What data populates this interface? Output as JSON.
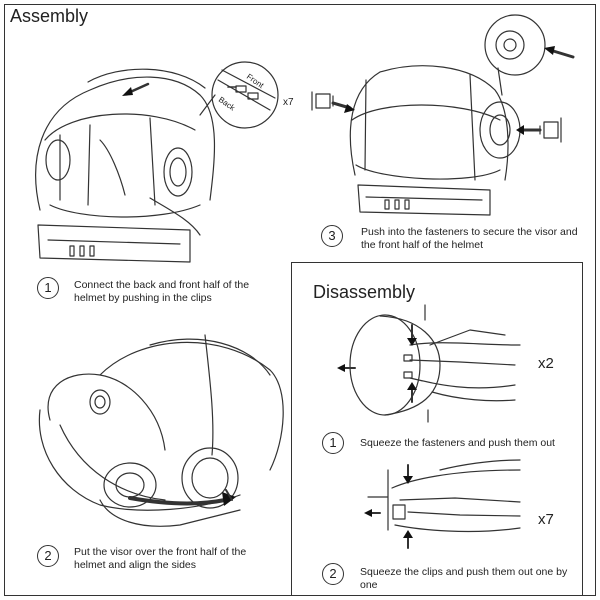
{
  "assembly": {
    "title": "Assembly",
    "clip_label_front": "Front",
    "clip_label_back": "Back",
    "clip_multiplier": "x7",
    "steps": [
      {
        "number": "1",
        "text": "Connect the back and front half of the helmet by pushing in the clips"
      },
      {
        "number": "2",
        "text": "Put the visor over the front half of the helmet and align the sides"
      },
      {
        "number": "3",
        "text": "Push into the fasteners to secure the visor and the front half of the helmet"
      }
    ]
  },
  "disassembly": {
    "title": "Disassembly",
    "steps": [
      {
        "number": "1",
        "text": "Squeeze the fasteners and push them out",
        "multiplier": "x2"
      },
      {
        "number": "2",
        "text": "Squeeze the clips and push them out one by one",
        "multiplier": "x7"
      }
    ]
  }
}
